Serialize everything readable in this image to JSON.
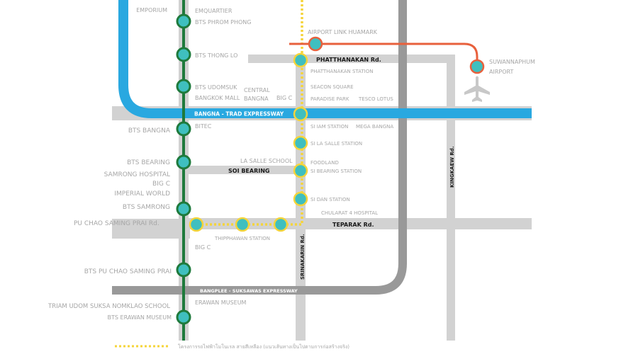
{
  "roads": {
    "phatthanakan": "PHATTHANAKAN Rd.",
    "bangna_trad": "BANGNA - TRAD EXPRESSWAY",
    "soi_bearing": "SOI BEARING",
    "teparak": "TEPARAK Rd.",
    "pu_chao": "PU CHAO  SAMING PRAI Rd.",
    "bangplee": "BANGPLEE - SUKSAWAS EXPRESSWAY",
    "srinakarin": "SRINAKARIN Rd.",
    "kingkaew": "KINGKAEW Rd."
  },
  "bts_stations": [
    {
      "id": "phrom-phong",
      "label": "BTS PHROM PHONG"
    },
    {
      "id": "thong-lo",
      "label": "BTS THONG LO"
    },
    {
      "id": "udomsuk",
      "label": "BTS UDOMSUK"
    },
    {
      "id": "bangna",
      "label": "BTS BANGNA"
    },
    {
      "id": "bearing",
      "label": "BTS BEARING"
    },
    {
      "id": "samrong",
      "label": "BTS SAMRONG"
    },
    {
      "id": "pu-chao",
      "label": "BTS PU CHAO SAMING PRAI"
    },
    {
      "id": "erawan-museum",
      "label": "BTS ERAWAN MUSEUM"
    }
  ],
  "yellow_stations": [
    {
      "id": "phatthanakan-station",
      "label": "PHATTHANAKAN STATION"
    },
    {
      "id": "si-iam",
      "label": "SI IAM STATION"
    },
    {
      "id": "si-la-salle",
      "label": "SI LA SALLE STATION"
    },
    {
      "id": "si-bearing",
      "label": "SI BEARING STATION"
    },
    {
      "id": "si-dan",
      "label": "SI DAN STATION"
    },
    {
      "id": "thipphawan",
      "label": "THIPPHAWAN STATION"
    }
  ],
  "airport_link": [
    {
      "id": "huamark",
      "label": "AIRPORT LINK HUAMARK"
    },
    {
      "id": "suvarnabhumi",
      "label": "SUWANNAPHUM AIRPORT"
    }
  ],
  "landmarks": {
    "emporium": "EMPORIUM",
    "emquartier": "EMQUARTIER",
    "bangkok_mall": "BANGKOK MALL",
    "central_bangna": "CENTRAL BANGNA",
    "big_c_1": "BIG C",
    "bitec": "BITEC",
    "seacon_square": "SEACON SQUARE",
    "paradise_park": "PARADISE PARK",
    "tesco_lotus": "TESCO LOTUS",
    "mega_bangna": "MEGA BANGNA",
    "la_salle_school": "LA SALLE SCHOOL",
    "foodland": "FOODLAND",
    "samrong_hospital": "SAMRONG HOSPITAL",
    "big_c_2": "BIG C",
    "imperial_world": "IMPERIAL WORLD",
    "chularat": "CHULARAT 4  HOSPITAL",
    "big_c_3": "BIG C",
    "erawan_museum": "ERAWAN MUSEUM",
    "triam_udom": "TRIAM UDOM SUKSA  NOMKLAO SCHOOL"
  },
  "legend": {
    "planned_line": "โครงการรถไฟฟ้าโมโนเรล สายสีเหลือง (แนวเส้นทางเป็นไปตามการก่อสร้างจริง)"
  },
  "colors": {
    "bts_green": "#1f7a3c",
    "station_fill": "#3fbfbf",
    "yellow_line": "#f5d43a",
    "airport_orange": "#e8603c",
    "expressway_blue": "#29a8e0",
    "road_grey": "#d2d2d2",
    "expressway_grey": "#999999"
  },
  "icons": [
    "airplane-icon"
  ]
}
